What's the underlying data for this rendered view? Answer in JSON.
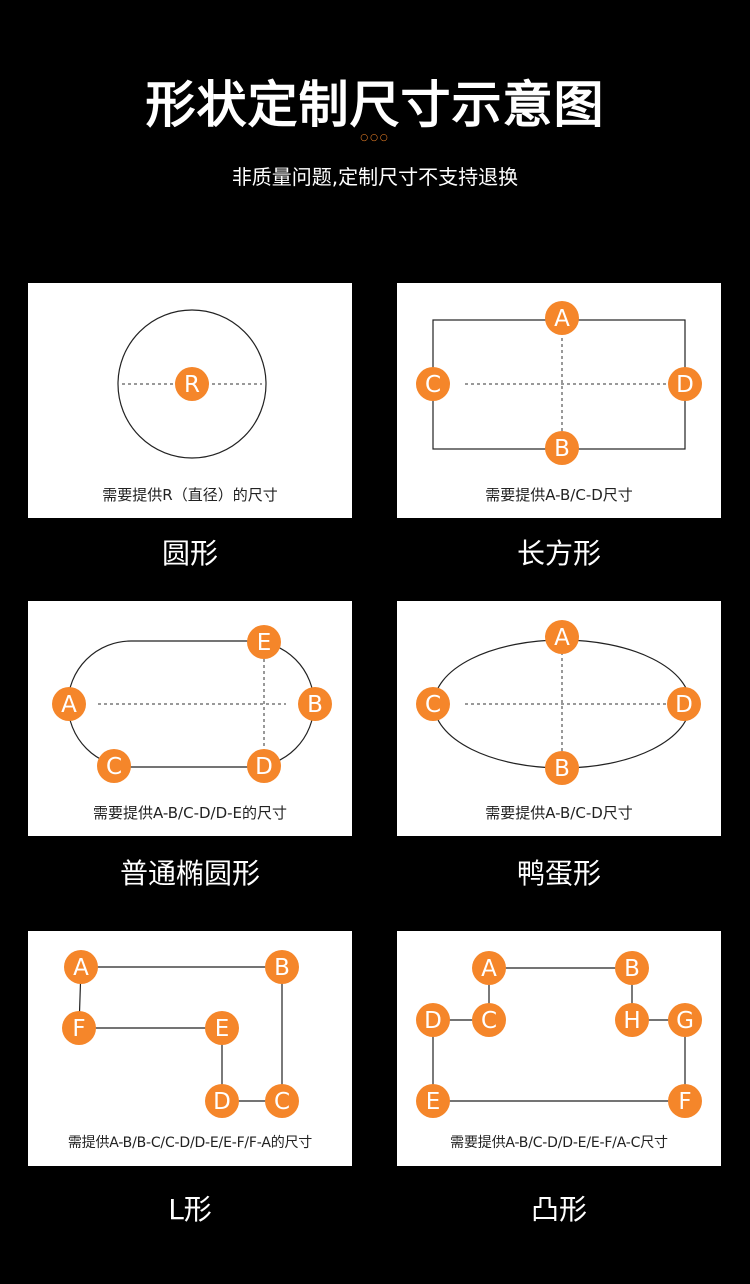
{
  "header": {
    "title": "形状定制尺寸示意图",
    "dots": "○○○",
    "subtitle": "非质量问题,定制尺寸不支持退换"
  },
  "colors": {
    "accent": "#f5862a",
    "background": "#000000",
    "card": "#ffffff"
  },
  "shapes": [
    {
      "label": "圆形",
      "caption": "需要提供R（直径）的尺寸",
      "markers": [
        "R"
      ]
    },
    {
      "label": "长方形",
      "caption": "需要提供A-B/C-D尺寸",
      "markers": [
        "A",
        "B",
        "C",
        "D"
      ]
    },
    {
      "label": "普通椭圆形",
      "caption": "需要提供A-B/C-D/D-E的尺寸",
      "markers": [
        "A",
        "B",
        "C",
        "D",
        "E"
      ]
    },
    {
      "label": "鸭蛋形",
      "caption": "需要提供A-B/C-D尺寸",
      "markers": [
        "A",
        "B",
        "C",
        "D"
      ]
    },
    {
      "label": "L形",
      "caption": "需提供A-B/B-C/C-D/D-E/E-F/F-A的尺寸",
      "markers": [
        "A",
        "B",
        "C",
        "D",
        "E",
        "F"
      ]
    },
    {
      "label": "凸形",
      "caption": "需要提供A-B/C-D/D-E/E-F/A-C尺寸",
      "markers": [
        "A",
        "B",
        "C",
        "D",
        "E",
        "F",
        "G",
        "H"
      ]
    }
  ]
}
